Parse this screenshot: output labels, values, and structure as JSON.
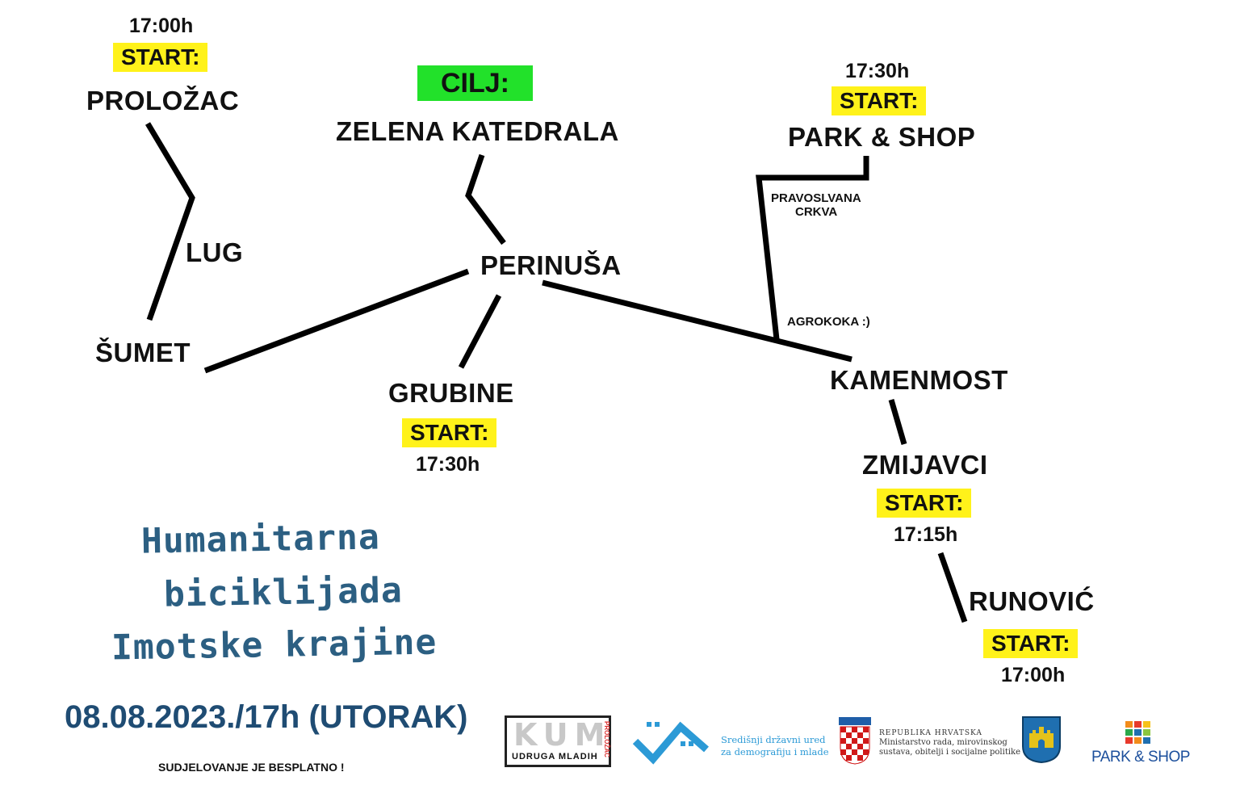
{
  "route_map": {
    "prolozac": {
      "name": "PROLOŽAC",
      "start_label": "START:",
      "time": "17:00h"
    },
    "lug": {
      "name": "LUG"
    },
    "sumet": {
      "name": "ŠUMET"
    },
    "goal": {
      "label": "CILJ:",
      "name": "ZELENA KATEDRALA"
    },
    "perinusa": {
      "name": "PERINUŠA"
    },
    "grubine": {
      "name": "GRUBINE",
      "start_label": "START:",
      "time": "17:30h"
    },
    "park_shop": {
      "name": "PARK & SHOP",
      "start_label": "START:",
      "time": "17:30h"
    },
    "pravoslavna": {
      "line1": "PRAVOSLVANA",
      "line2": "CRKVA"
    },
    "agrokoka": {
      "name": "AGROKOKA :)"
    },
    "kamenmost": {
      "name": "KAMENMOST"
    },
    "zmijavci": {
      "name": "ZMIJAVCI",
      "start_label": "START:",
      "time": "17:15h"
    },
    "runovic": {
      "name": "RUNOVIĆ",
      "start_label": "START:",
      "time": "17:00h"
    }
  },
  "event": {
    "title_lines": [
      "Humanitarna",
      "biciklijada",
      "Imotske krajine"
    ],
    "date": "08.08.2023./17h (UTORAK)",
    "note": "SUDJELOVANJE JE BESPLATNO !"
  },
  "sponsors": {
    "kum": {
      "letters": "KUM",
      "sub": "UDRUGA MLADIH",
      "side": "PROLOŽAC"
    },
    "ured": {
      "line1": "Središnji državni ured",
      "line2": "za demografiju i mlade"
    },
    "ministry": {
      "line1": "REPUBLIKA HRVATSKA",
      "line2": "Ministarstvo rada, mirovinskog",
      "line3": "sustava, obitelji i socijalne politike"
    },
    "park_shop": {
      "name": "PARK & SHOP"
    }
  },
  "colors": {
    "start_bg": "#fff21a",
    "goal_bg": "#22e12a",
    "title_blue": "#2c5f82",
    "date_blue": "#1f4c73"
  }
}
